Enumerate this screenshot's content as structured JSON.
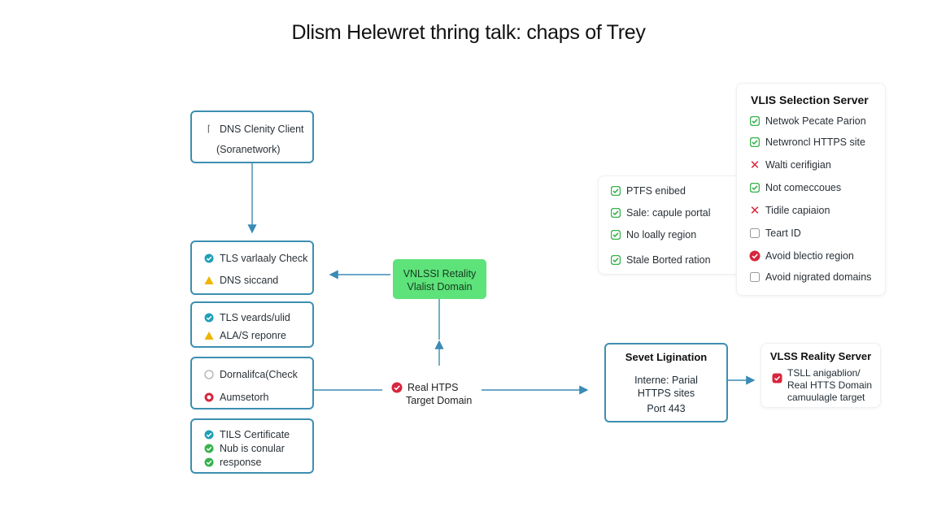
{
  "title": "Dlism Helewret thring talk: chaps of Trey",
  "left_boxes": {
    "dns_client": {
      "line1": "DNS Clenity Client",
      "line2": "(Soranetwork)"
    },
    "tls_validity": {
      "line1": "TLS varlaaly Check",
      "line2": "DNS siccand"
    },
    "tls_vears": {
      "line1": "TLS veards/ulid",
      "line2": "ALA/S reponre"
    },
    "domain_check": {
      "line1": "Dornalifca(Check",
      "line2": "Aumsetorh"
    },
    "tls_cert": {
      "line1": "TILS Certificate",
      "line2": "Nub is conular",
      "line3": "response"
    }
  },
  "green_box": {
    "line1": "VNLSSI Retality",
    "line2": "Vlalist Domain"
  },
  "target_label": {
    "line1": "Real HTPS",
    "line2": "Target Domain"
  },
  "server_box": {
    "title": "Sevet Ligination",
    "line1": "Interne: Parial",
    "line2": "HTTPS sites",
    "line3": "Port 443"
  },
  "reality_server": {
    "title": "VLSS Reality Server",
    "line1": "TSLL anigablion/",
    "line2": "Real HTTS Domain",
    "line3": "camuulagle target"
  },
  "left_panel_items": [
    {
      "text": "PTFS enibed",
      "status": "check"
    },
    {
      "text": "Sale: capule portal",
      "status": "check"
    },
    {
      "text": "No loally region",
      "status": "check"
    },
    {
      "text": "Stale Borted ration",
      "status": "check"
    }
  ],
  "selection_server": {
    "title": "VLIS Selection Server",
    "items": [
      {
        "text": "Netwok Pecate Parion",
        "status": "check"
      },
      {
        "text": "Netwroncl HTTPS site",
        "status": "check"
      },
      {
        "text": "Walti cerifigian",
        "status": "cross"
      },
      {
        "text": "Not comeccoues",
        "status": "check"
      },
      {
        "text": "Tidile capiaion",
        "status": "cross"
      },
      {
        "text": "Teart ID",
        "status": "empty"
      },
      {
        "text": "Avoid blectio region",
        "status": "red"
      },
      {
        "text": "Avoid nigrated domains",
        "status": "empty"
      }
    ]
  },
  "colors": {
    "box_border": "#3c8fb0",
    "arrow": "#3a8bb5",
    "green": "#5ee27a",
    "check": "#37b24d",
    "red": "#d7263d"
  }
}
